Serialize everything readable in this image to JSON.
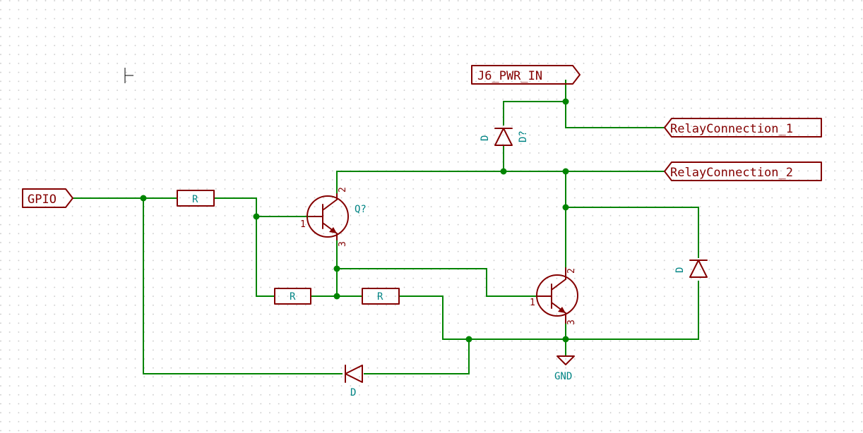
{
  "ports": {
    "gpio": "GPIO",
    "pwr_in": "J6_PWR_IN",
    "relay1": "RelayConnection_1",
    "relay2": "RelayConnection_2"
  },
  "components": {
    "r1_value": "R",
    "r2_value": "R",
    "r3_value": "R",
    "q1_ref": "Q?",
    "q1_pin_base": "1",
    "q1_pin_collector": "2",
    "q1_pin_emitter": "3",
    "q2_pin_base": "1",
    "q2_pin_collector": "2",
    "q2_pin_emitter": "3",
    "d_top_value": "D",
    "d_top_ref": "D?",
    "d_right_value": "D",
    "d_bottom_value": "D",
    "gnd_label": "GND"
  },
  "colors": {
    "symbol": "#840000",
    "wire": "#008400",
    "label_teal": "#008484",
    "grid_dot": "#c8c8c8"
  }
}
